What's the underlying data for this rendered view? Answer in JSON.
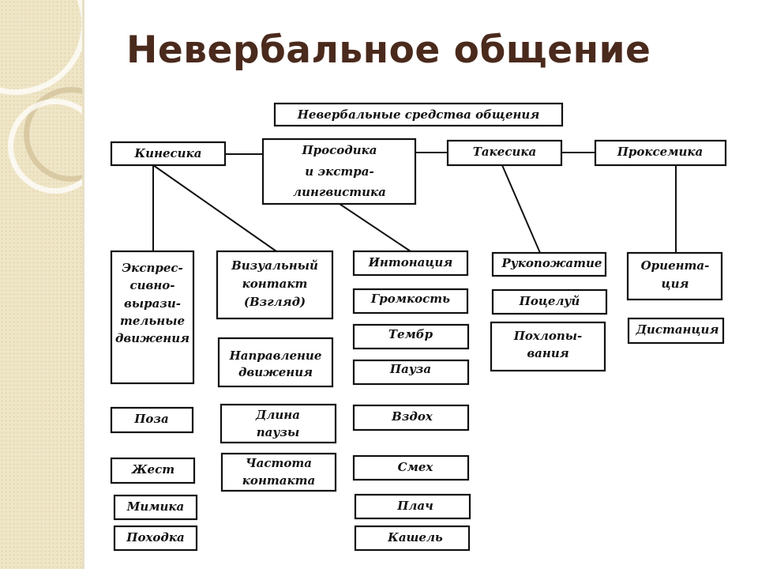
{
  "title": "Невербальное общение",
  "colors": {
    "title": "#4a2a1c",
    "sidebar": "#efe6c8",
    "stroke": "#111111"
  },
  "diagram": {
    "root": "Невербальные средства общения",
    "categories": {
      "kinesika": "Кинесика",
      "prosodika": [
        "Просодика",
        "и экстра-",
        "лингвистика"
      ],
      "takesika": "Такесика",
      "proksemika": "Проксемика"
    },
    "kinesika_items": {
      "express": [
        "Экспрес-",
        "сивно-",
        "вырази-",
        "тельные",
        "движения"
      ],
      "poza": "Поза",
      "zhest": "Жест",
      "mimika": "Мимика",
      "pohodka": "Походка"
    },
    "visual_items": {
      "vizual": [
        "Визуальный",
        "контакт",
        "(Взгляд)"
      ],
      "napravlenie": [
        "Направление",
        "движения"
      ],
      "dlina": [
        "Длина",
        "паузы"
      ],
      "chastota": [
        "Частота",
        "контакта"
      ]
    },
    "prosodika_items": {
      "intonaciya": "Интонация",
      "gromkost": "Громкость",
      "tembr": "Тембр",
      "pauza": "Пауза",
      "vzdoh": "Вздох",
      "smeh": "Смех",
      "plach": "Плач",
      "kashel": "Кашель"
    },
    "takesika_items": {
      "rukopozhatie": "Рукопожатие",
      "poceluy": "Поцелуй",
      "pohlopyvaniya": [
        "Похлопы-",
        "вания"
      ]
    },
    "proksemika_items": {
      "orientaciya": [
        "Ориента-",
        "ция"
      ],
      "distanciya": "Дистанция"
    }
  }
}
